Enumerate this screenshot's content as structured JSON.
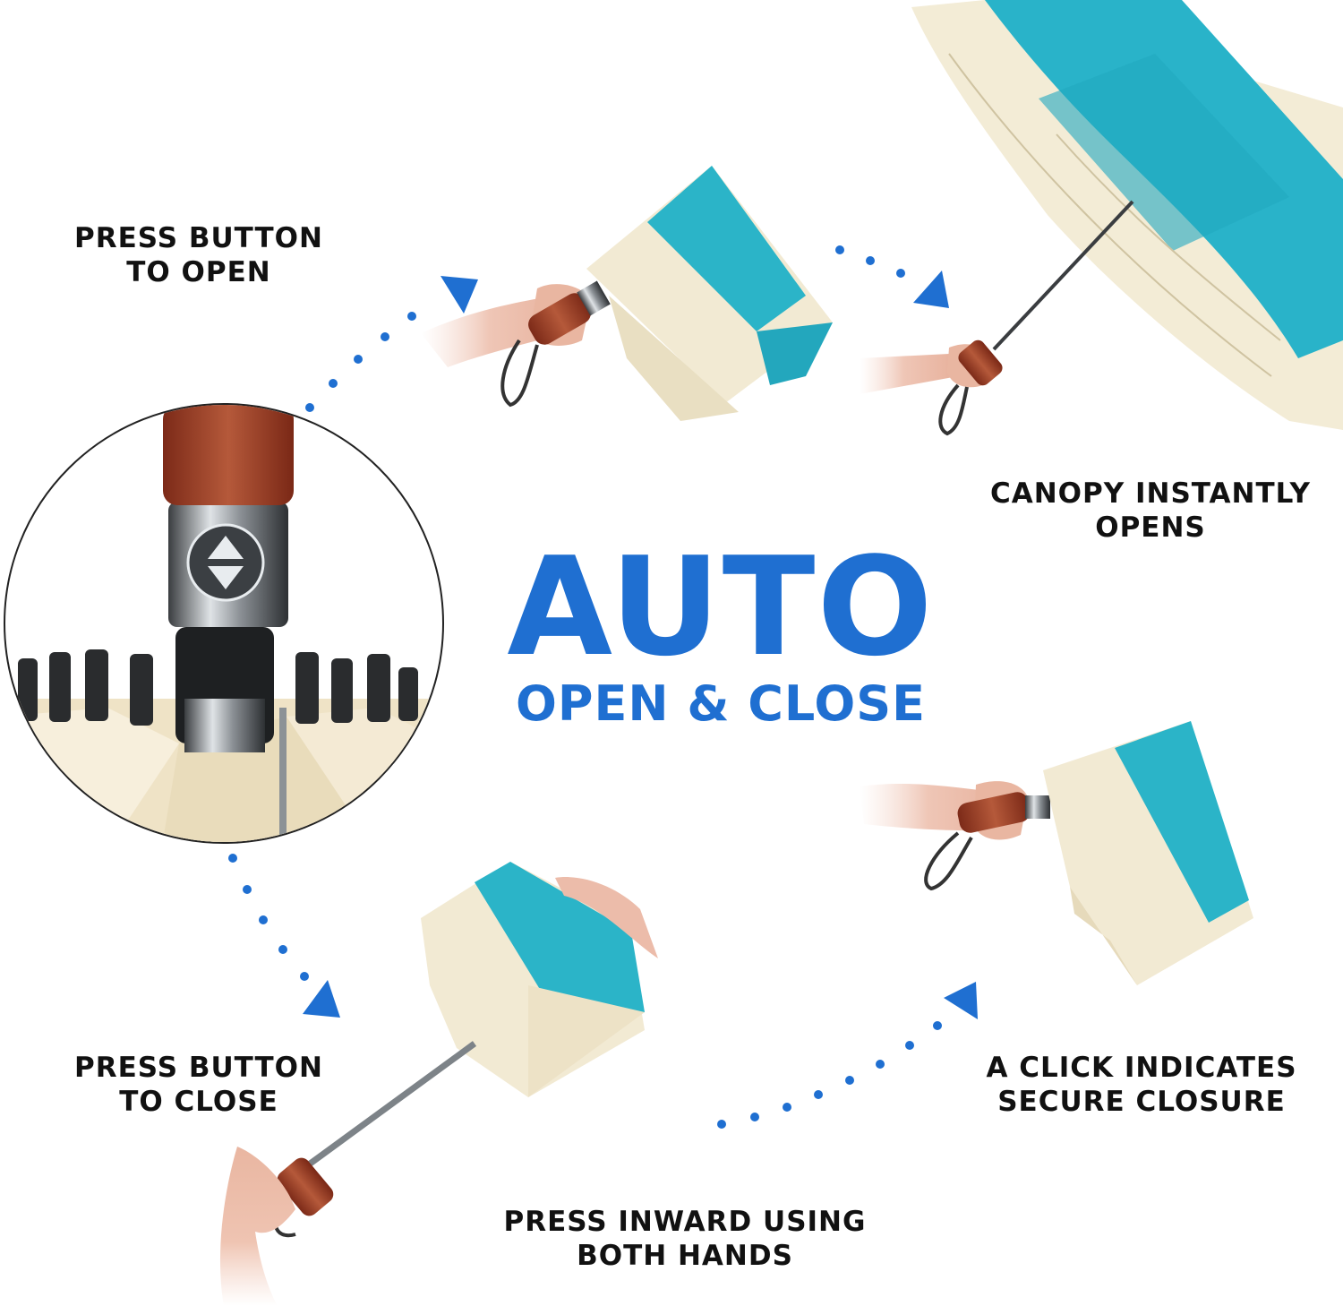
{
  "headline": {
    "title": "AUTO",
    "subtitle": "OPEN & CLOSE"
  },
  "steps": [
    {
      "line1": "PRESS BUTTON",
      "line2": "TO OPEN"
    },
    {
      "line1": "CANOPY INSTANTLY",
      "line2": "OPENS"
    },
    {
      "line1": "A CLICK INDICATES",
      "line2": "SECURE CLOSURE"
    },
    {
      "line1": "PRESS INWARD USING",
      "line2": "BOTH HANDS"
    },
    {
      "line1": "PRESS BUTTON",
      "line2": "TO CLOSE"
    }
  ],
  "colors": {
    "accent_blue": "#1f6fd1",
    "canopy_teal": "#27b3c9",
    "canopy_cream": "#f3ecd6",
    "handle_wood": "#a64a2a",
    "text": "#111111"
  },
  "icons": {
    "flow_arrow": "triangle-arrow-icon",
    "button_symbol": "open-close-button-icon"
  }
}
